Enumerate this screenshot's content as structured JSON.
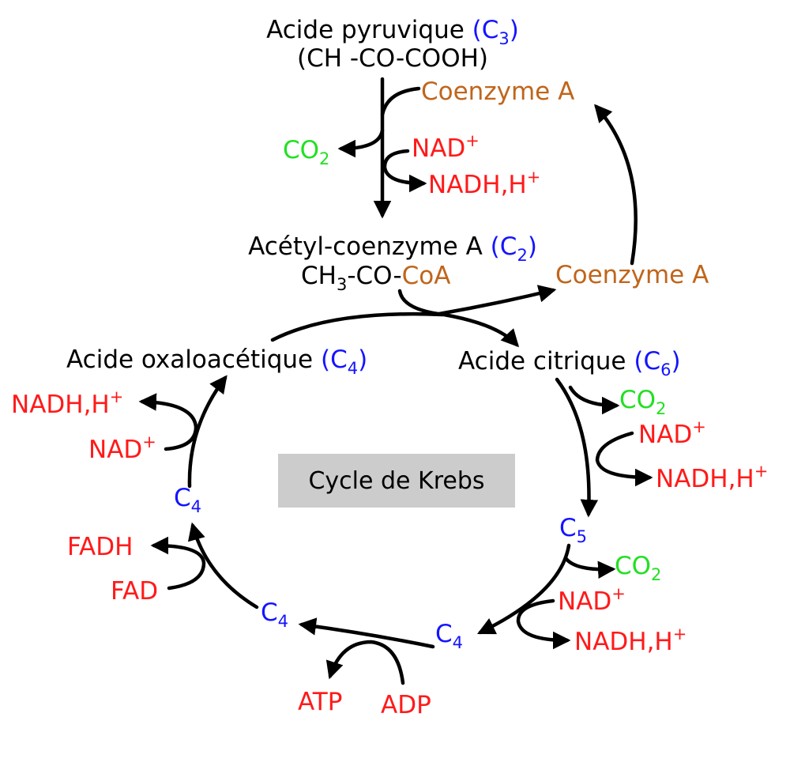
{
  "colors": {
    "black": "#000000",
    "blue": "#1414ff",
    "red": "#ff1a1a",
    "green": "#22e022",
    "orange": "#c0651b",
    "box": "#cccccc"
  },
  "top": {
    "pyruvic_name": "Acide pyruvique",
    "pyruvic_carbon": "C",
    "pyruvic_carbon_sub": "3",
    "pyruvic_formula": "(CH -CO-COOH)",
    "coenzyme_in": "Coenzyme A",
    "co2": "CO",
    "co2_sub": "2",
    "nad": "NAD",
    "nad_sup": "+",
    "nadh": "NADH,H",
    "nadh_sup": "+"
  },
  "acetyl": {
    "name": "Acétyl-coenzyme A",
    "carbon": "C",
    "carbon_sub": "2",
    "formula_a": "CH",
    "formula_sub": "3",
    "formula_b": "-CO-",
    "formula_coa": "CoA",
    "coenzyme_out": "Coenzyme A"
  },
  "cycle": {
    "title": "Cycle de Krebs",
    "oxaloacetic": "Acide oxaloacétique",
    "oxaloacetic_carbon": "C",
    "oxaloacetic_sub": "4",
    "citric": "Acide citrique",
    "citric_carbon": "C",
    "citric_sub": "6",
    "c5": "C",
    "c5_sub": "5",
    "c4": "C",
    "c4_sub": "4"
  },
  "cofactors": {
    "co2": "CO",
    "co2_sub": "2",
    "nad": "NAD",
    "nad_sup": "+",
    "nadh": "NADH,H",
    "nadh_sup": "+",
    "fad": "FAD",
    "fadh": "FADH",
    "atp": "ATP",
    "adp": "ADP"
  }
}
